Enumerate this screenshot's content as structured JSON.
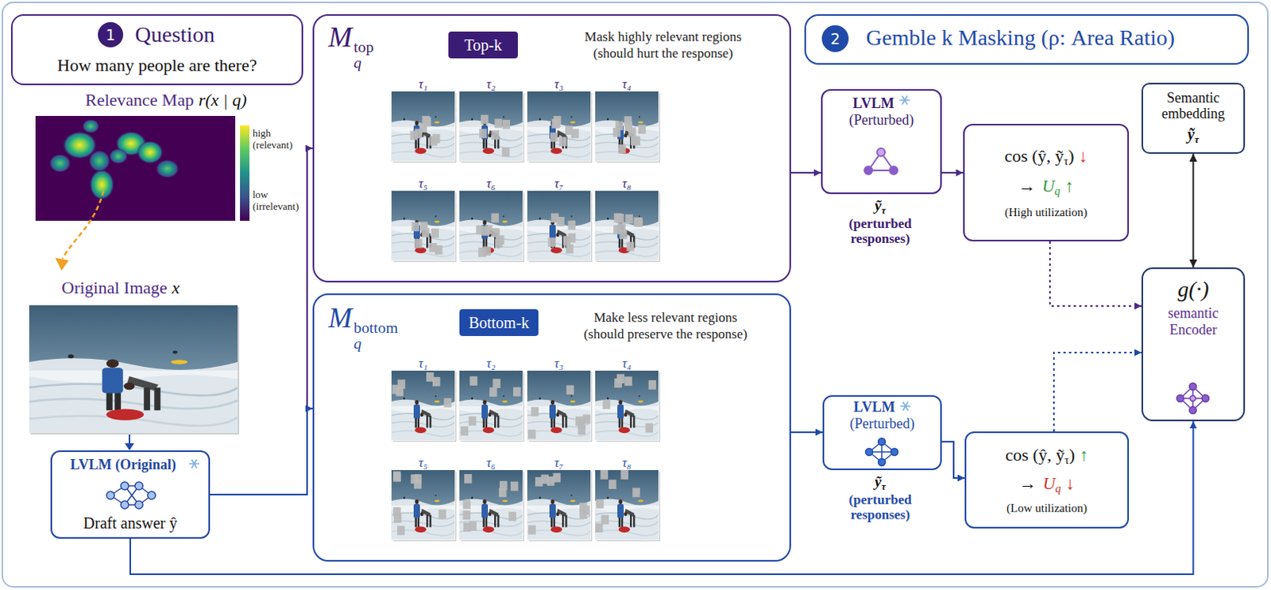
{
  "diagram": {
    "nodes": [
      {
        "text": [
          "Question",
          "How many people are there?"
        ]
      },
      {
        "text": [
          "1"
        ],
        "in": 0
      },
      {
        "text": [
          "LVLM (Original)",
          "Draft answer ŷ"
        ]
      },
      {
        "text": [
          "M",
          "q",
          "top",
          "Mask highly relevant regions",
          "(should hurt the response)"
        ]
      },
      {
        "text": [
          "Top-k"
        ],
        "in": 3
      },
      {
        "text": [
          "M",
          "q",
          "bottom",
          "Make less relevant regions",
          "(should preserve the response)"
        ]
      },
      {
        "text": [
          "Bottom-k"
        ],
        "in": 5
      },
      {
        "text": [
          "Gemble k Masking (ρ: Area Ratio)"
        ]
      },
      {
        "text": [
          "2"
        ],
        "in": 7
      },
      {
        "text": [
          "LVLM",
          "(Perturbed)"
        ]
      },
      {
        "text": [
          "cos (ŷ, ỹ",
          "τ",
          ")",
          "↓",
          "→",
          "U",
          "q",
          "↑",
          "(High utilization)"
        ]
      },
      {
        "text": [
          "Semantic embedding",
          "ỹ",
          "τ"
        ]
      },
      {
        "text": [
          "g(·)",
          "semantic Encoder"
        ]
      },
      {
        "text": [
          "LVLM",
          "(Perturbed)"
        ]
      },
      {
        "text": [
          "cos (ŷ, ỹ",
          "τ",
          ")",
          "↑",
          "→",
          "U",
          "q",
          "↓",
          "(Low utilization)"
        ]
      }
    ],
    "edges": [
      {
        "from": 2,
        "to": 3,
        "arrow": "to"
      },
      {
        "from": 2,
        "to": 5,
        "arrow": "to"
      },
      {
        "from": 3,
        "to": 9,
        "arrow": "to"
      },
      {
        "from": 9,
        "to": 10,
        "arrow": "to"
      },
      {
        "from": 10,
        "to": 12,
        "arrow": "to"
      },
      {
        "from": 11,
        "to": 12,
        "arrow": "both"
      },
      {
        "from": 5,
        "to": 13,
        "arrow": "to"
      },
      {
        "from": 13,
        "to": 14,
        "arrow": "to"
      },
      {
        "from": 14,
        "to": 12,
        "arrow": "to"
      },
      {
        "from": 2,
        "to": 12,
        "arrow": "to"
      }
    ],
    "labels": [
      "Relevance Map",
      "r(x | q)",
      "high (relevant)",
      "low (irrelevant)",
      "Original Image",
      "x",
      "τ₁",
      "τ₂",
      "τ₃",
      "τ₄",
      "τ₅",
      "τ₆",
      "τ₇",
      "τ₈",
      "ỹ",
      "τ",
      "(perturbed responses)",
      "τ₁",
      "τ₂",
      "τ₃",
      "τ₄",
      "τ₅",
      "τ₆",
      "τ₇",
      "τ₈",
      "ỹ",
      "τ",
      "(perturbed responses)"
    ]
  }
}
